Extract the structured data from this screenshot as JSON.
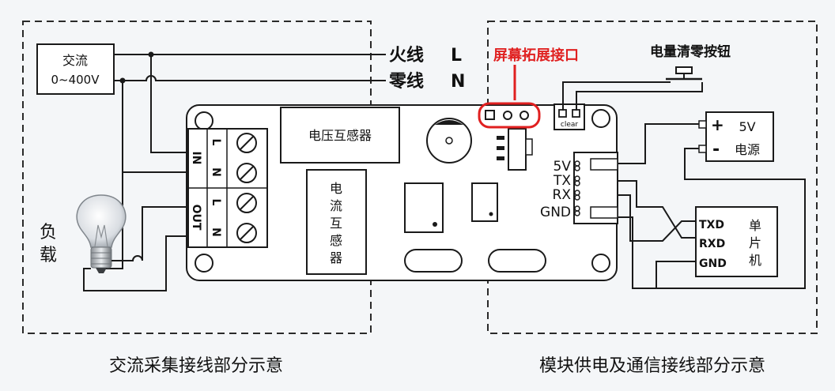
{
  "colors": {
    "accent": "#e02020",
    "line": "#1a1a1a",
    "background": "#f4f6f8"
  },
  "ac_source": {
    "line1": "交流",
    "line2": "0~400V"
  },
  "mains": {
    "live": "火线",
    "live_letter": "L",
    "neutral": "零线",
    "neutral_letter": "N"
  },
  "screen_port": "屏幕拓展接口",
  "clear_button": "电量清零按钮",
  "clear_label": "clear",
  "voltage_transformer": "电压互感器",
  "current_transformer": [
    "电",
    "流",
    "互",
    "感",
    "器"
  ],
  "terminal": {
    "in": "IN",
    "out": "OUT",
    "pins": [
      "L",
      "N",
      "L",
      "N"
    ]
  },
  "load": [
    "负",
    "载"
  ],
  "power": {
    "plus": "+",
    "minus": "-",
    "voltage": "5V",
    "label": "电源"
  },
  "module_pins": [
    "5V",
    "TX",
    "RX",
    "GND"
  ],
  "mcu": {
    "pins": [
      "TXD",
      "RXD",
      "GND"
    ],
    "label": [
      "单",
      "片",
      "机"
    ]
  },
  "captions": {
    "left": "交流采集接线部分示意",
    "right": "模块供电及通信接线部分示意"
  },
  "icons": [
    "lightbulb-icon",
    "push-button-icon",
    "screw-terminal-icon"
  ]
}
